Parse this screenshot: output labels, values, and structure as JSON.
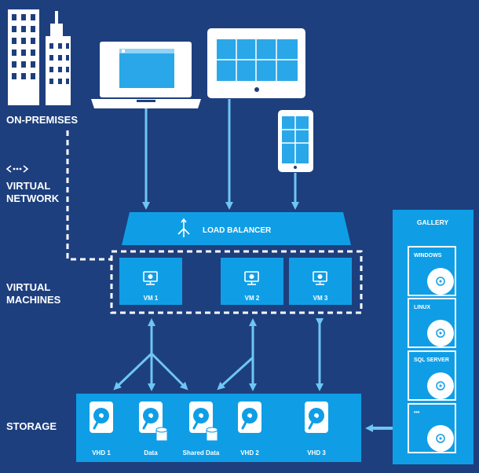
{
  "labels": {
    "on_premises": "ON-PREMISES",
    "virtual_network_1": "VIRTUAL",
    "virtual_network_2": "NETWORK",
    "virtual_machines_1": "VIRTUAL",
    "virtual_machines_2": "MACHINES",
    "storage": "STORAGE",
    "load_balancer": "LOAD BALANCER",
    "gallery": "GALLERY"
  },
  "vms": [
    "VM 1",
    "VM 2",
    "VM 3"
  ],
  "disks": [
    "VHD 1",
    "Data",
    "Shared Data",
    "VHD 2",
    "VHD 3"
  ],
  "gallery_items": [
    "WINDOWS",
    "LINUX",
    "SQL SERVER",
    "•••"
  ],
  "colors": {
    "background": "#1d3f7e",
    "accent": "#0f9ee6",
    "arrow": "#6ec6f2",
    "white": "#ffffff"
  },
  "icons": [
    "building-icon",
    "laptop-icon",
    "tablet-icon",
    "phone-icon",
    "network-icon",
    "load-balancer-icon",
    "monitor-icon",
    "hard-disk-icon",
    "database-icon"
  ]
}
